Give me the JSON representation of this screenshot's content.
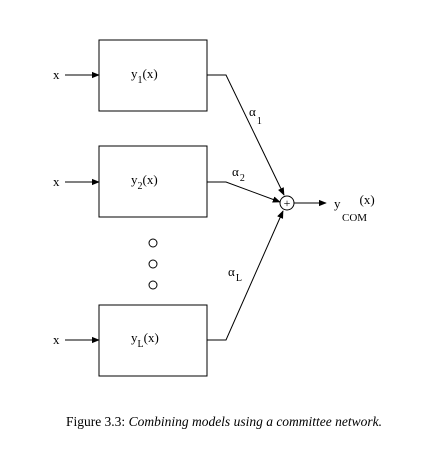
{
  "diagram": {
    "inputs": [
      "x",
      "x",
      "x"
    ],
    "models": [
      {
        "base": "y",
        "sub": "1",
        "arg": "(x)"
      },
      {
        "base": "y",
        "sub": "2",
        "arg": "(x)"
      },
      {
        "base": "y",
        "sub": "L",
        "arg": "(x)"
      }
    ],
    "weights": [
      {
        "base": "α",
        "sub": "1"
      },
      {
        "base": "α",
        "sub": "2"
      },
      {
        "base": "α",
        "sub": "L"
      }
    ],
    "sum_symbol": "+",
    "output": {
      "base": "y",
      "sub": "COM",
      "arg": "(x)"
    }
  },
  "caption": {
    "label": "Figure 3.3:",
    "text": "Combining models using a committee network."
  },
  "colors": {
    "stroke": "#000000",
    "background": "#ffffff"
  }
}
